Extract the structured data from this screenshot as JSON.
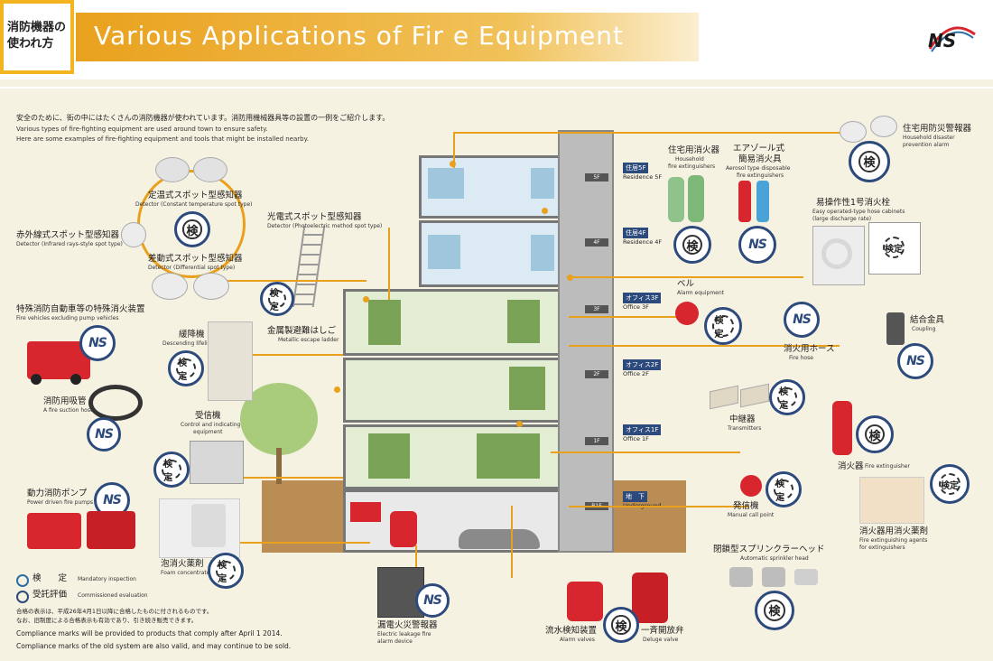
{
  "header": {
    "badge_line1": "消防機器の",
    "badge_line2": "使われ方",
    "title": "Various Applications of Fir e Equipment",
    "logo": "NS"
  },
  "intro": {
    "jp": "安全のために、街の中にはたくさんの消防機器が使われています。消防用機械器具等の設置の一例をご紹介します。",
    "en1": "Various types of fire-fighting equipment are used around town to ensure safety.",
    "en2": "Here are some examples of fire-fighting equipment and tools that might be installed nearby."
  },
  "floors": [
    {
      "tag": "住居5F",
      "sub": "Residence 5F",
      "mini": "5F"
    },
    {
      "tag": "住居4F",
      "sub": "Residence 4F",
      "mini": "4F"
    },
    {
      "tag": "オフィス3F",
      "sub": "Office 3F",
      "mini": "3F"
    },
    {
      "tag": "オフィス2F",
      "sub": "Office 2F",
      "mini": "2F"
    },
    {
      "tag": "オフィス1F",
      "sub": "Office 1F",
      "mini": "1F"
    },
    {
      "tag": "地　下",
      "sub": "Underground",
      "mini": "B1F"
    }
  ],
  "items": {
    "constant_temp": {
      "jp": "定温式スポット型感知器",
      "en": "Detector (Constant temperature spot type)"
    },
    "infrared": {
      "jp": "赤外線式スポット型感知器",
      "en": "Detector (Infrared rays-style spot type)"
    },
    "differential": {
      "jp": "差動式スポット型感知器",
      "en": "Detector (Differential spot type)"
    },
    "photoelectric": {
      "jp": "光電式スポット型感知器",
      "en": "Detector (Photoelectric method spot type)"
    },
    "special_vehicle": {
      "jp": "特殊消防自動車等の特殊消火装置",
      "en": "Fire vehicles excluding pump vehicles"
    },
    "lifeline": {
      "jp": "緩降機",
      "en": "Descending lifelines"
    },
    "ladder": {
      "jp": "金属製避難はしご",
      "en": "Metallic escape ladder"
    },
    "suction_hose": {
      "jp": "消防用吸管",
      "en": "A fire suction hose"
    },
    "control": {
      "jp": "受信機",
      "en1": "Control and indicating",
      "en2": "equipment"
    },
    "power_pump": {
      "jp": "動力消防ポンプ",
      "en": "Power driven fire pumps"
    },
    "foam": {
      "jp": "泡消火薬剤",
      "en": "Foam concentrates"
    },
    "leakage": {
      "jp": "漏電火災警報器",
      "en1": "Electric leakage fire",
      "en2": "alarm device"
    },
    "alarm_valve": {
      "jp": "流水検知装置",
      "en": "Alarm valves"
    },
    "deluge": {
      "jp": "一斉開放弁",
      "en": "Deluge valve"
    },
    "sprinkler": {
      "jp": "閉鎖型スプリンクラーヘッド",
      "en": "Automatic sprinkler head"
    },
    "agents": {
      "jp": "消火器用消火薬剤",
      "en1": "Fire extinguishing agents",
      "en2": "for extinguishers"
    },
    "call_point": {
      "jp": "発信機",
      "en": "Manual call point"
    },
    "transmitter": {
      "jp": "中継器",
      "en": "Transmitters"
    },
    "extinguisher": {
      "jp": "消火器",
      "en": "Fire extinguisher"
    },
    "fire_hose": {
      "jp": "消火用ホース",
      "en": "Fire hose"
    },
    "coupling": {
      "jp": "結合金具",
      "en": "Coupling"
    },
    "bell": {
      "jp": "ベル",
      "en": "Alarm equipment"
    },
    "hose_cabinet": {
      "jp": "易操作性1号消火栓",
      "en1": "Easy operated-type hose cabinets",
      "en2": "(large discharge rate)"
    },
    "household_ext": {
      "jp": "住宅用消火器",
      "en1": "Household",
      "en2": "fire extinguishers"
    },
    "aerosol": {
      "jp1": "エアゾール式",
      "jp2": "簡易消火具",
      "en1": "Aerosol type disposable",
      "en2": "fire extinguishers"
    },
    "household_alarm": {
      "jp": "住宅用防災警報器",
      "en1": "Household disaster",
      "en2": "prevention alarm"
    }
  },
  "marks": {
    "kentei": "検",
    "seal": "検定",
    "ns": "NS"
  },
  "legend": {
    "inspection_jp": "検　　定",
    "inspection_en": "Mandatory inspection",
    "commissioned_jp": "受託評価",
    "commissioned_en": "Commissioned evaluation"
  },
  "notes": {
    "jp1": "合格の表示は、平成26年4月1日以降に合格したものに付されるものです。",
    "jp2": "なお、旧制度による合格表示も有効であり、引き続き販売できます。",
    "en1": "Compliance marks will be provided to products that comply after April 1 2014.",
    "en2": "Compliance marks of the old system are also valid, and may continue to be sold."
  },
  "colors": {
    "accent": "#e9a11d",
    "navy": "#2d4a7c",
    "floor": "#2d6fa5",
    "bg": "#f6f2e2",
    "red": "#d7262e"
  }
}
